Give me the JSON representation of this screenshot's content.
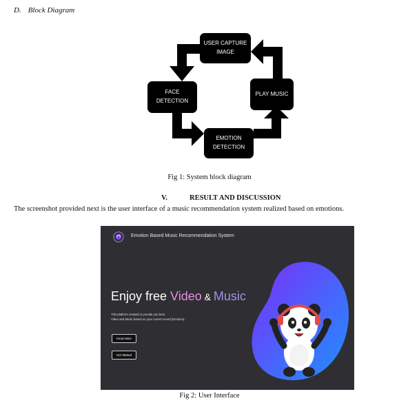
{
  "section_d": {
    "number": "D.",
    "title": "Block Diagram"
  },
  "diagram": {
    "boxes": {
      "capture": "USER CAPTURE\nIMAGE",
      "face": "FACE DETECTION",
      "emotion": "EMOTION\nDETECTION",
      "play": "PLAY MUSIC"
    }
  },
  "fig1_caption": "Fig 1: System block diagram",
  "section_v": {
    "number": "V.",
    "title": "RESULT AND DISCUSSION"
  },
  "paragraph": "The screenshot provided next is the user interface of a music recommendation system realized based on emotions.",
  "ui_screenshot": {
    "app_title": "Emotion Based Music Recommendation System",
    "hero": {
      "enjoy": "Enjoy free ",
      "video": "Video",
      "amp": " & ",
      "music": "Music"
    },
    "subtitle_line1": "This platform created to provide you best",
    "subtitle_line2": "Video and Music based on your current mood (Emotion).",
    "know_more": "Know More",
    "get_started": "Get Started",
    "colors": {
      "background": "#2f2e33",
      "blob_from": "#7b2ff7",
      "blob_to": "#1e90ff",
      "video_text": "#e78ee6",
      "music_text": "#a48ee8"
    }
  },
  "fig2_caption": "Fig 2: User Interface"
}
